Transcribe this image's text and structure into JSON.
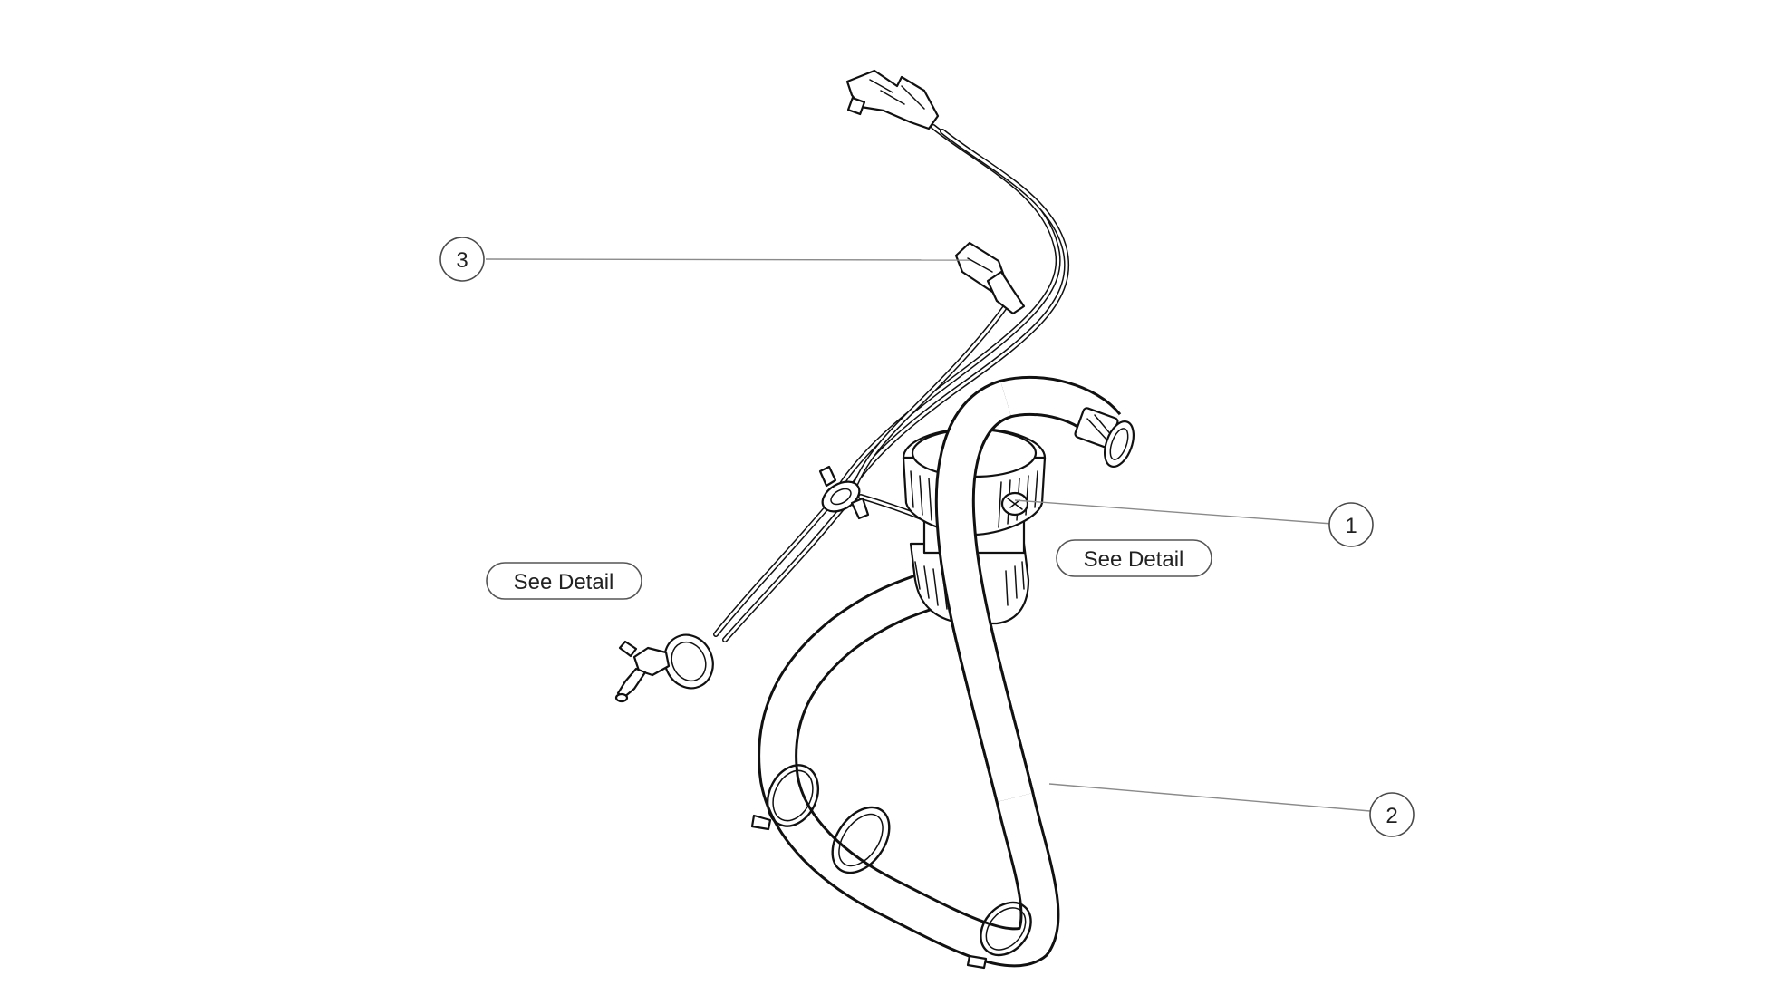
{
  "callouts": [
    {
      "label": "1"
    },
    {
      "label": "2"
    },
    {
      "label": "3"
    }
  ],
  "detail_tags": [
    {
      "label": "See Detail"
    },
    {
      "label": "See Detail"
    }
  ]
}
